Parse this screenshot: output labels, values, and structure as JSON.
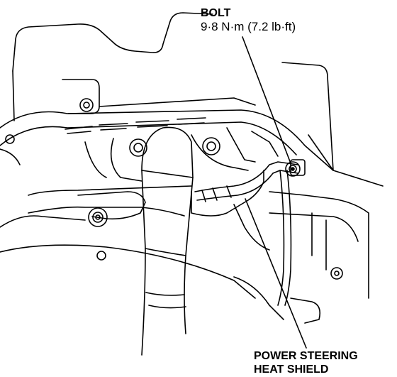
{
  "labels": {
    "bolt": {
      "name": "BOLT",
      "torque": "9·8 N·m (7.2 lb·ft)"
    },
    "heat_shield": {
      "line1": "POWER STEERING",
      "line2": "HEAT SHIELD"
    }
  },
  "colors": {
    "line": "#000000",
    "background": "#ffffff"
  }
}
